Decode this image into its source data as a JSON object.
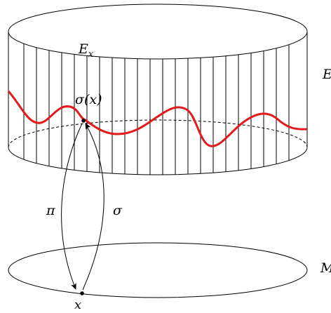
{
  "labels": {
    "fiber": "E",
    "fiber_sub": "x",
    "section_point": "σ(x)",
    "total_space": "E",
    "projection": "π",
    "section": "σ",
    "base_space": "M",
    "base_point": "x"
  },
  "colors": {
    "section_curve": "#e31a1c",
    "lines": "#000000",
    "background": "#ffffff"
  }
}
